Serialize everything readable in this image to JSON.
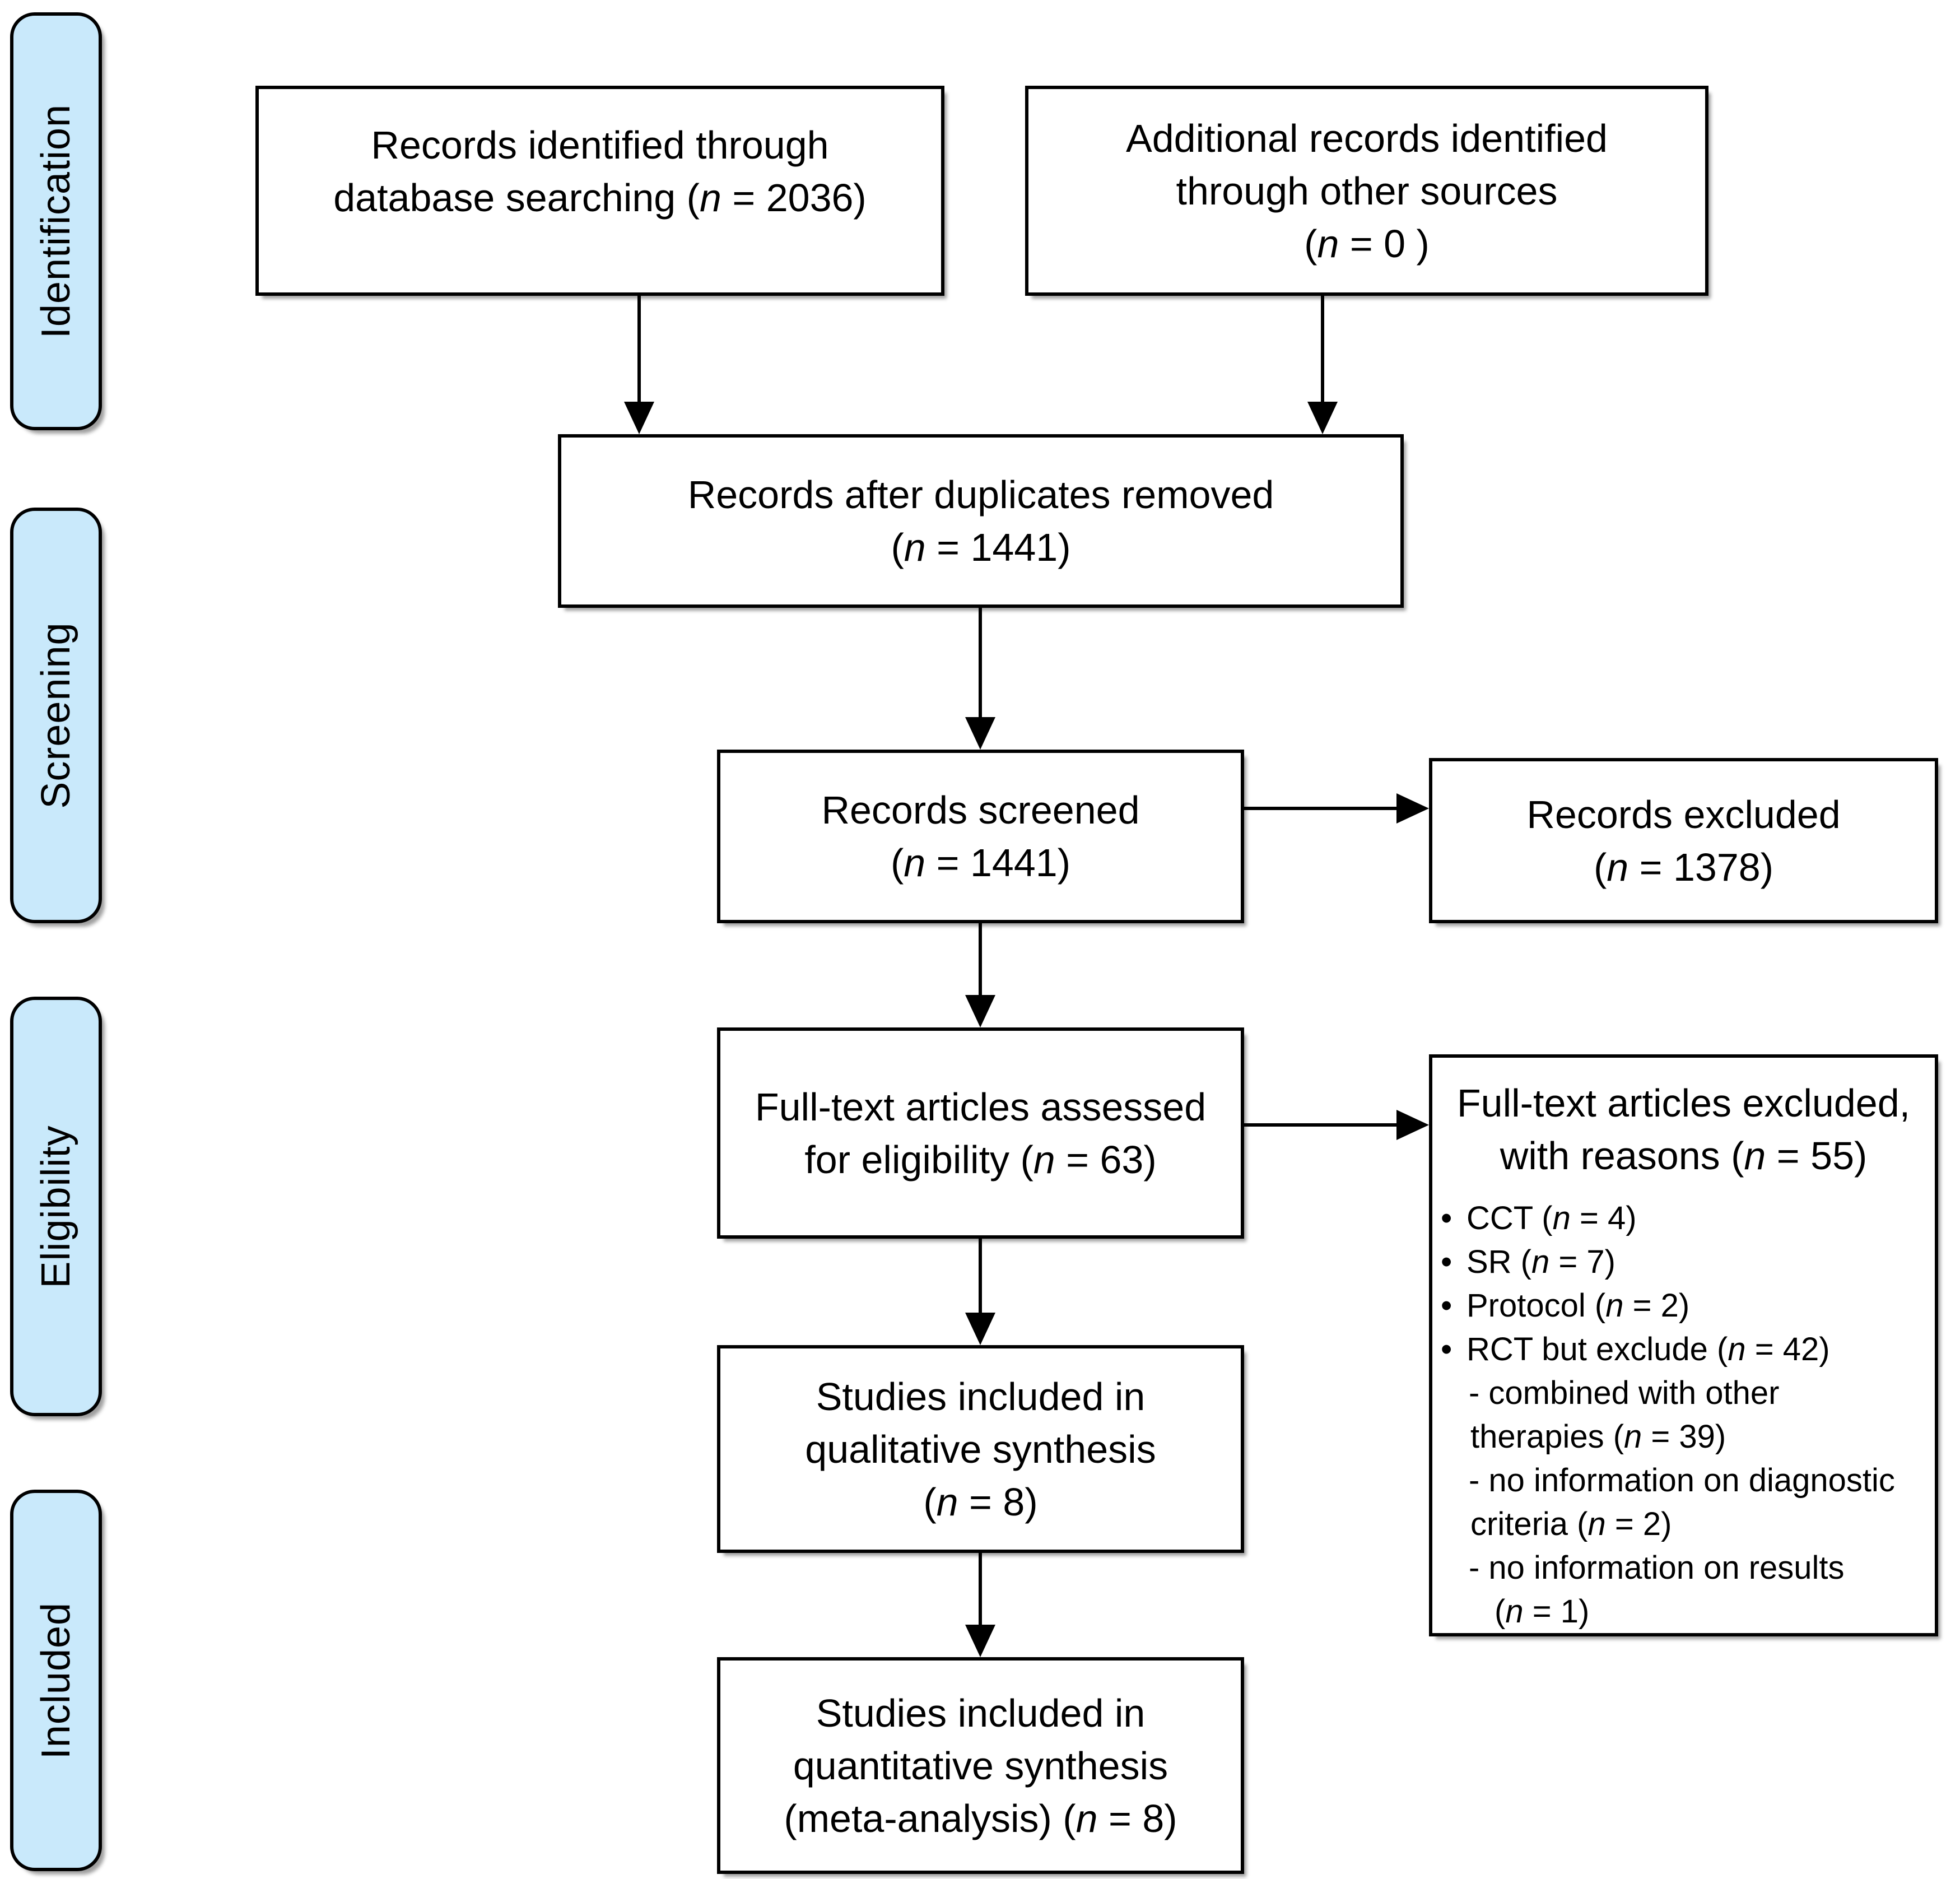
{
  "palette": {
    "label_fill": "#c9e9fb",
    "box_fill": "#ffffff",
    "line_color": "#000000"
  },
  "glyphs": {
    "bullet": "•"
  },
  "side_labels": [
    {
      "label": "Identification"
    },
    {
      "label": "Screening"
    },
    {
      "label": "Eligibility"
    },
    {
      "label": "Included"
    }
  ],
  "boxes": {
    "b1": {
      "lines": [
        "Records identified through",
        "database searching (*n* = 2036)"
      ]
    },
    "b2": {
      "lines": [
        "Additional records identified",
        "through other sources",
        "(*n* = 0 )"
      ]
    },
    "b3": {
      "lines": [
        "Records after duplicates removed",
        "(*n* = 1441)"
      ]
    },
    "b4": {
      "lines": [
        "Records screened",
        "(*n* = 1441)"
      ]
    },
    "b5": {
      "lines": [
        "Records excluded",
        "(*n* = 1378)"
      ]
    },
    "b6": {
      "lines": [
        "Full-text articles assessed",
        "for eligibility (*n* = 63)"
      ]
    },
    "b7": {
      "title_lines": [
        "Full-text articles excluded,",
        "with reasons (*n* = 55)"
      ],
      "items": [
        {
          "kind": "bullet",
          "text": "CCT (*n* = 4)"
        },
        {
          "kind": "bullet",
          "text": "SR (*n* = 7)"
        },
        {
          "kind": "bullet",
          "text": "Protocol (*n* = 2)"
        },
        {
          "kind": "bullet",
          "text": "RCT but exclude (*n* = 42)"
        },
        {
          "kind": "dash",
          "text": "- combined with other"
        },
        {
          "kind": "cont",
          "text": "therapies (*n* = 39)"
        },
        {
          "kind": "dash",
          "text": "- no information on diagnostic"
        },
        {
          "kind": "cont",
          "text": "criteria (*n* = 2)"
        },
        {
          "kind": "dash",
          "text": "- no information on results"
        },
        {
          "kind": "cont2",
          "text": "(*n* = 1)"
        }
      ]
    },
    "b8": {
      "lines": [
        "Studies included in",
        "qualitative synthesis",
        "(*n* = 8)"
      ]
    },
    "b9": {
      "lines": [
        "Studies included in",
        "quantitative synthesis",
        "(meta-analysis) (*n* = 8)"
      ]
    }
  }
}
